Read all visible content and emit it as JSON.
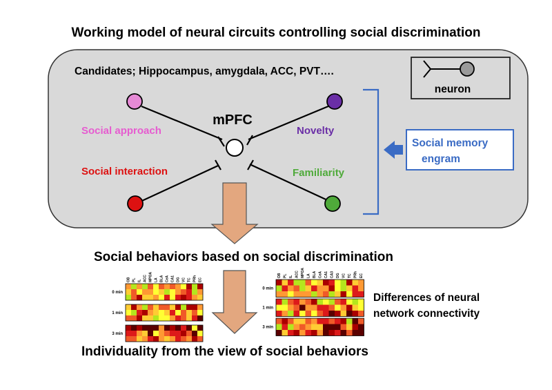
{
  "title": "Working model of neural circuits controlling social discrimination",
  "candidates": "Candidates; Hippocampus, amygdala, ACC, PVT….",
  "center_label": "mPFC",
  "neuron_legend": "neuron",
  "inputs": {
    "social_approach": "Social approach",
    "social_interaction": "Social interaction",
    "novelty": "Novelty",
    "familiarity": "Familiarity"
  },
  "engram_label": [
    "Social memory",
    "engram"
  ],
  "behaviors_label": "Social behaviors based on social discrimination",
  "individuality_label": "Individuality from the view of social behaviors",
  "differences_label": [
    "Differences of neural",
    "network connectivity"
  ],
  "colors": {
    "pink": "#e68ad6",
    "purple": "#6a2ea6",
    "red": "#dd1111",
    "green": "#4faa3a",
    "blue": "#3a6bc4",
    "arrow": "#e3a77f",
    "panel": "#d9d9d9"
  },
  "heatmap": {
    "regions_small": [
      "OB",
      "PL",
      "IL",
      "ACC",
      "MPOA",
      "LA",
      "BLA",
      "CeA",
      "CA1",
      "DG",
      "VC",
      "TC",
      "PRh",
      "EC"
    ],
    "regions_large": [
      "OB",
      "PL",
      "IL",
      "ACC",
      "MPOA",
      "LA",
      "BLA",
      "CeA",
      "CA1",
      "CA3",
      "DG",
      "VC",
      "TC",
      "PRh",
      "EC"
    ],
    "time_labels": [
      "0 min",
      "1 min",
      "3 min"
    ]
  }
}
